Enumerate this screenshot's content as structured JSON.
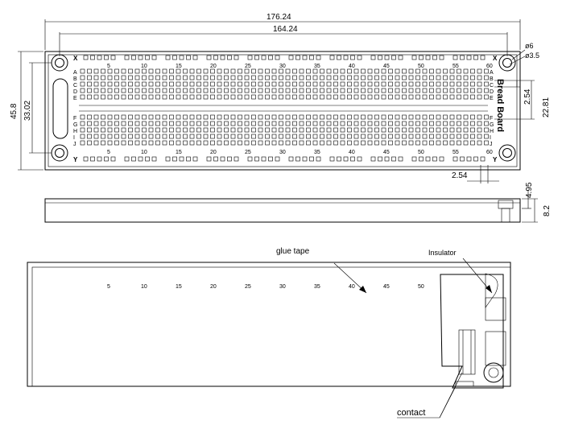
{
  "dimensions": {
    "overall_width": "176.24",
    "inner_width": "164.24",
    "overall_height": "45.8",
    "hole_spacing": "33.02",
    "pitch_vertical": "2.54",
    "gap_height": "22.81",
    "pitch_horizontal": "2.54",
    "hole_outer": "ø6",
    "hole_inner": "ø3.5",
    "thickness_total": "8.2",
    "thickness_board": "4.95"
  },
  "board": {
    "rail_top_label": "X",
    "rail_bottom_label": "Y",
    "rows_top": [
      "A",
      "B",
      "C",
      "D",
      "E"
    ],
    "rows_bottom": [
      "F",
      "G",
      "H",
      "I",
      "J"
    ],
    "column_numbers": [
      "5",
      "10",
      "15",
      "20",
      "25",
      "30",
      "35",
      "40",
      "45",
      "50",
      "55",
      "60"
    ],
    "brand_text": "Bread Board"
  },
  "labels": {
    "glue_tape": "glue tape",
    "insulator": "Insulator",
    "contact": "contact"
  },
  "colors": {
    "line": "#000000",
    "background": "#ffffff"
  }
}
